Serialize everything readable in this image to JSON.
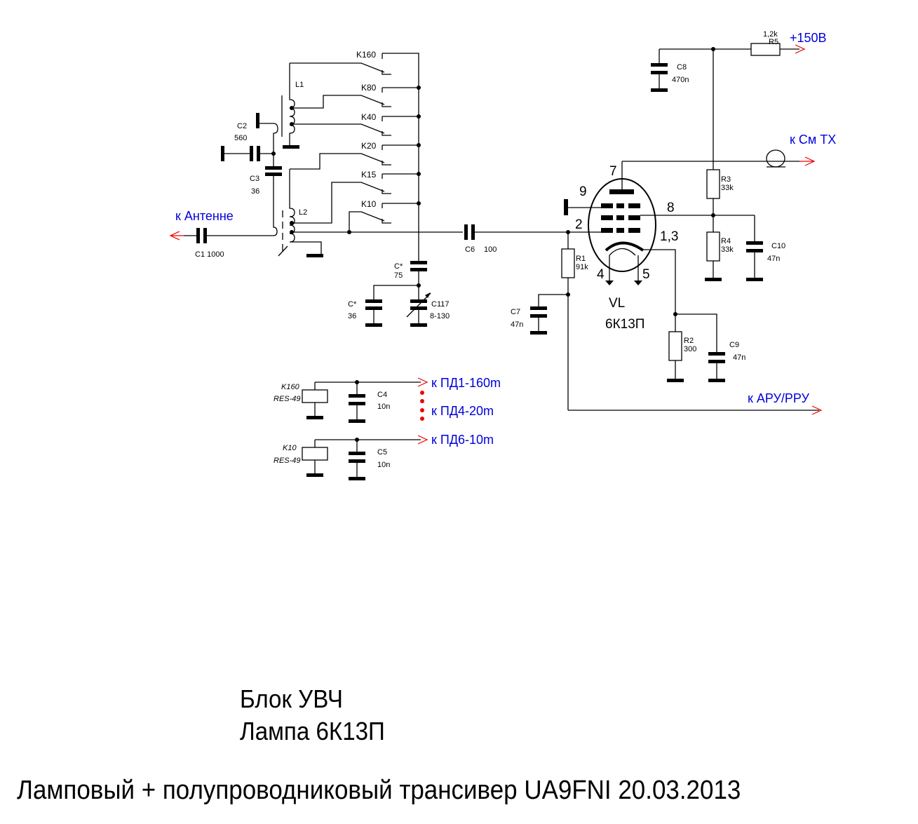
{
  "schematic": {
    "title_block": {
      "block_name": "Блок УВЧ",
      "tube_line": "Лампа   6К13П",
      "project_line": "Ламповый + полупроводниковый трансивер UA9FNI  20.03.2013"
    },
    "tube": {
      "ref": "VL",
      "type": "6К13П",
      "pins": {
        "anode": "7",
        "g3": "9",
        "g2": "8",
        "g1": "2",
        "cathode": "1,3",
        "heater_a": "4",
        "heater_b": "5"
      }
    },
    "coils": [
      {
        "ref": "L1"
      },
      {
        "ref": "L2"
      }
    ],
    "relay_contacts": [
      "K160",
      "K80",
      "K40",
      "K20",
      "K15",
      "K10"
    ],
    "components": {
      "C1": {
        "ref": "C1",
        "value": "1000",
        "text": "C1 1000"
      },
      "C2": {
        "ref": "C2",
        "value": "560"
      },
      "C3": {
        "ref": "C3",
        "value": "36"
      },
      "Cstar75": {
        "ref": "C*",
        "value": "75"
      },
      "Cstar36": {
        "ref": "C*",
        "value": "36"
      },
      "C117": {
        "ref": "C117",
        "value": "8-130"
      },
      "C6": {
        "ref": "C6",
        "value": "100"
      },
      "C7": {
        "ref": "C7",
        "value": "47n"
      },
      "C8": {
        "ref": "C8",
        "value": "470n"
      },
      "C9": {
        "ref": "C9",
        "value": "47n"
      },
      "C10": {
        "ref": "C10",
        "value": "47n"
      },
      "R1": {
        "ref": "R1",
        "value": "91k"
      },
      "R2": {
        "ref": "R2",
        "value": "300"
      },
      "R3": {
        "ref": "R3",
        "value": "33k"
      },
      "R4": {
        "ref": "R4",
        "value": "33k"
      },
      "R5": {
        "ref": "R5",
        "value": "1,2k"
      },
      "C4": {
        "ref": "C4",
        "value": "10n"
      },
      "C5": {
        "ref": "C5",
        "value": "10n"
      }
    },
    "relays": [
      {
        "ref": "K160",
        "model": "RES-49"
      },
      {
        "ref": "K10",
        "model": "RES-49"
      }
    ],
    "connections": {
      "antenna": "к Антенне",
      "supply": "+150В",
      "mixer_tx": "к См ТХ",
      "agc": "к АРУ/РРУ",
      "pd1": "к ПД1-160m",
      "pd4": "к ПД4-20m",
      "pd6": "к ПД6-10m"
    },
    "colors": {
      "wire": "#000000",
      "label": "#0000dd",
      "arrow": "#ee0000"
    }
  }
}
